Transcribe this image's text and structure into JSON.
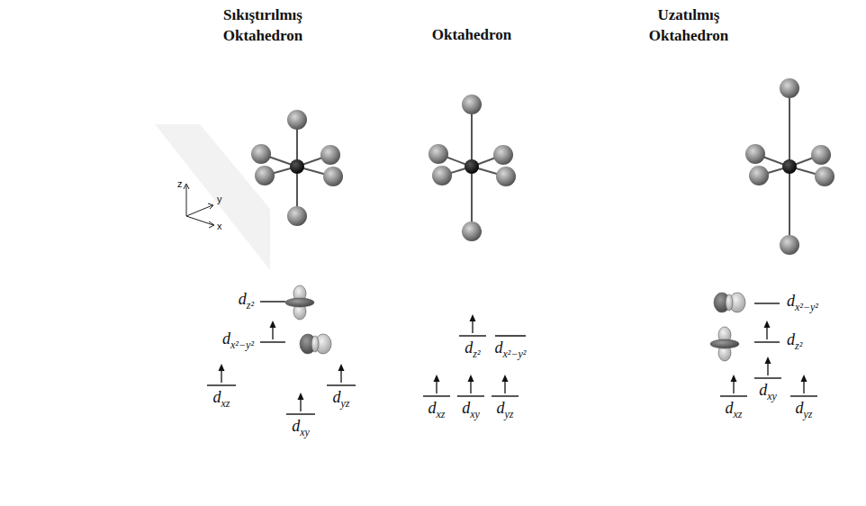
{
  "diagram": {
    "labels": [
      "Sıkıştırılmış Oktahedron",
      "Oktahedron",
      "Uzatılmış Oktahedron",
      "z",
      "y",
      "x",
      "dz²",
      "dx²−y²",
      "dxz",
      "dyz",
      "dxy",
      "dz²",
      "dx²−y²",
      "dxz",
      "dxy",
      "dyz",
      "dx²−y²",
      "dz²",
      "dxz",
      "dxy",
      "dyz"
    ]
  }
}
